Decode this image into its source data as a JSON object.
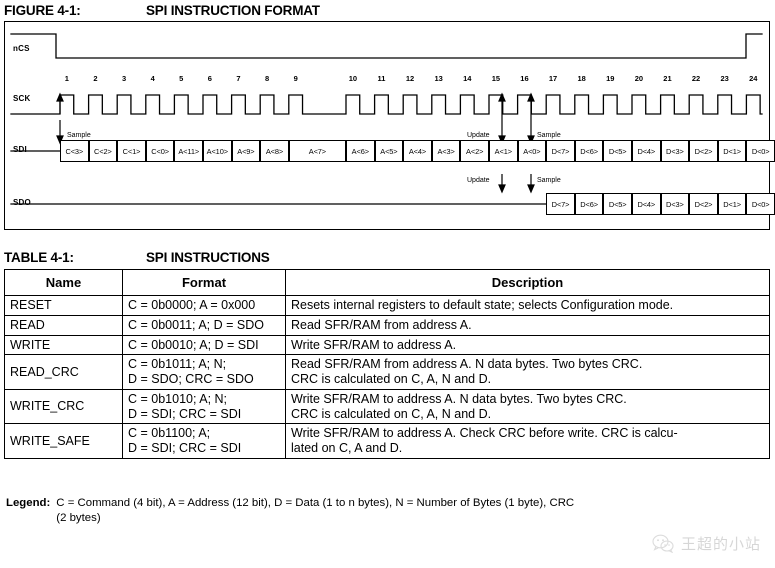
{
  "figure": {
    "id": "FIGURE 4-1:",
    "title": "SPI INSTRUCTION FORMAT",
    "signals": {
      "ncs": "nCS",
      "sck": "SCK",
      "sdi": "SDI",
      "sdo": "SDO"
    },
    "clock_numbers": [
      "1",
      "2",
      "3",
      "4",
      "5",
      "6",
      "7",
      "8",
      "9",
      "10",
      "11",
      "12",
      "13",
      "14",
      "15",
      "16",
      "17",
      "18",
      "19",
      "20",
      "21",
      "22",
      "23",
      "24"
    ],
    "annotations": {
      "sample_first": "Sample",
      "update_mid": "Update",
      "sample_mid": "Sample",
      "update_sdo": "Update",
      "sample_sdo": "Sample"
    },
    "sdi_bits": [
      "C<3>",
      "C<2>",
      "C<1>",
      "C<0>",
      "A<11>",
      "A<10>",
      "A<9>",
      "A<8>",
      "A<7>",
      "A<6>",
      "A<5>",
      "A<4>",
      "A<3>",
      "A<2>",
      "A<1>",
      "A<0>",
      "D<7>",
      "D<6>",
      "D<5>",
      "D<4>",
      "D<3>",
      "D<2>",
      "D<1>",
      "D<0>"
    ],
    "sdo_bits": [
      "D<7>",
      "D<6>",
      "D<5>",
      "D<4>",
      "D<3>",
      "D<2>",
      "D<1>",
      "D<0>"
    ]
  },
  "table": {
    "id": "TABLE 4-1:",
    "title": "SPI INSTRUCTIONS",
    "headers": [
      "Name",
      "Format",
      "Description"
    ],
    "rows": [
      {
        "name": "RESET",
        "format": "C = 0b0000; A = 0x000",
        "description": "Resets internal registers to default state; selects Configuration mode."
      },
      {
        "name": "READ",
        "format": "C = 0b0011; A; D = SDO",
        "description": "Read SFR/RAM from address A."
      },
      {
        "name": "WRITE",
        "format": "C = 0b0010; A; D = SDI",
        "description": "Write SFR/RAM to address A."
      },
      {
        "name": "READ_CRC",
        "format": "C = 0b1011; A; N;\nD = SDO; CRC = SDO",
        "description": "Read SFR/RAM from address A. N data bytes. Two bytes CRC.\nCRC is calculated on C, A, N and D."
      },
      {
        "name": "WRITE_CRC",
        "format": "C = 0b1010; A; N;\nD = SDI; CRC = SDI",
        "description": "Write SFR/RAM to address A. N data bytes. Two bytes CRC.\nCRC is calculated on C, A, N and D."
      },
      {
        "name": "WRITE_SAFE",
        "format": "C = 0b1100; A;\nD = SDI; CRC = SDI",
        "description": "Write SFR/RAM to address A. Check CRC before write. CRC is calcu-\nlated on C, A and D."
      }
    ]
  },
  "legend": {
    "label": "Legend:",
    "text": "C = Command (4 bit), A = Address (12 bit), D = Data (1 to n bytes), N = Number of Bytes (1 byte), CRC\n(2 bytes)"
  },
  "watermark": {
    "text": "王超的小站"
  },
  "colors": {
    "ink": "#000000",
    "paper": "#ffffff",
    "watermark": "#7b7b7b"
  }
}
